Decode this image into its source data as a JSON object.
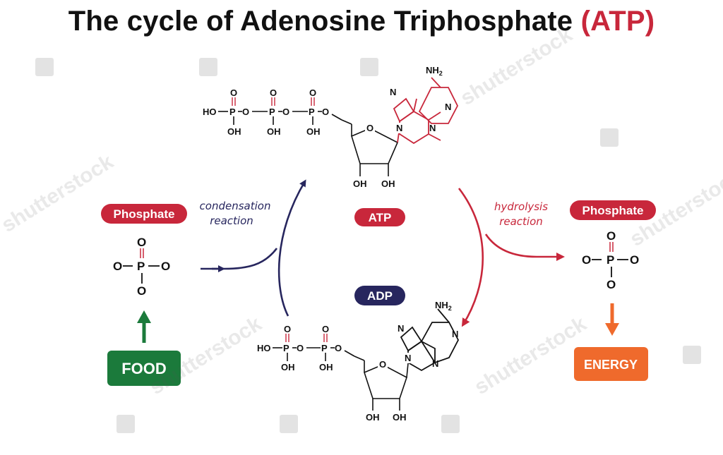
{
  "title": {
    "main": "The cycle of Adenosine Triphosphate",
    "accent_open": "(",
    "accent": "ATP",
    "accent_close": ")"
  },
  "labels": {
    "condensation_line1": "condensation",
    "condensation_line2": "reaction",
    "hydrolysis_line1": "hydrolysis",
    "hydrolysis_line2": "reaction",
    "atp": "ATP",
    "adp": "ADP",
    "phosphate_left": "Phosphate",
    "phosphate_right": "Phosphate",
    "food": "FOOD",
    "energy": "ENERGY"
  },
  "atoms": {
    "O": "O",
    "P": "P",
    "N": "N",
    "HO": "HO",
    "OH": "OH",
    "NH2_base": "NH",
    "NH2_sub": "2"
  },
  "watermark": {
    "text": "shutterstock"
  },
  "colors": {
    "red": "#c8273b",
    "navy": "#27265e",
    "green": "#1b7a3b",
    "orange": "#ef6a2c",
    "black": "#111111"
  }
}
